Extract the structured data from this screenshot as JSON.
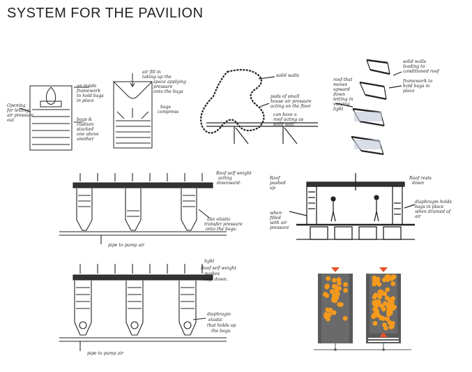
{
  "page": {
    "title": "SYSTEM FOR THE PAVILION"
  },
  "sketch1": {
    "notes": [
      "an inside",
      "framework",
      "to hold bags",
      "in place",
      "Opening",
      "for letting",
      "air pressure",
      "out",
      "bags &",
      "cushion",
      "stacked",
      "one above",
      "another",
      "air fill in",
      "taking up the",
      "space applying",
      "pressure",
      "onto the bags",
      "bags",
      "compress"
    ]
  },
  "sketch2": {
    "notes": [
      "solid walls",
      "pads of small",
      "house air pressure",
      "acting on the floor",
      "can have a",
      "roof acting as",
      "solid wall"
    ]
  },
  "sketch3": {
    "notes": [
      "roof that",
      "moves",
      "upward",
      "down",
      "letting in",
      "varying",
      "light",
      "solid walls",
      "leading to",
      "conditioned roof",
      "framework to",
      "hold bags in",
      "place"
    ]
  },
  "sketch4": {
    "notes": [
      "Roof self weight",
      "acting",
      "downward.",
      "like elastic",
      "transfer pressure",
      "onto the bags.",
      "pipe to pump air"
    ]
  },
  "sketch5": {
    "notes": [
      "Roof",
      "pushed",
      "up",
      "Roof rests",
      "down",
      "when",
      "filled",
      "with air",
      "pressure",
      "diaphragm holds",
      "bags in place",
      "when drained of",
      "air"
    ]
  },
  "sketch6": {
    "notes": [
      "light",
      "Roof self weight",
      "pushes",
      "bags down.",
      "diaphragm",
      "elastic",
      "that holds up",
      "the bags.",
      "pipe to pump air"
    ]
  },
  "colors": {
    "ink": "#222222",
    "pillar": "#595959",
    "ball": "#f59a1c",
    "marker": "#e2532a"
  }
}
